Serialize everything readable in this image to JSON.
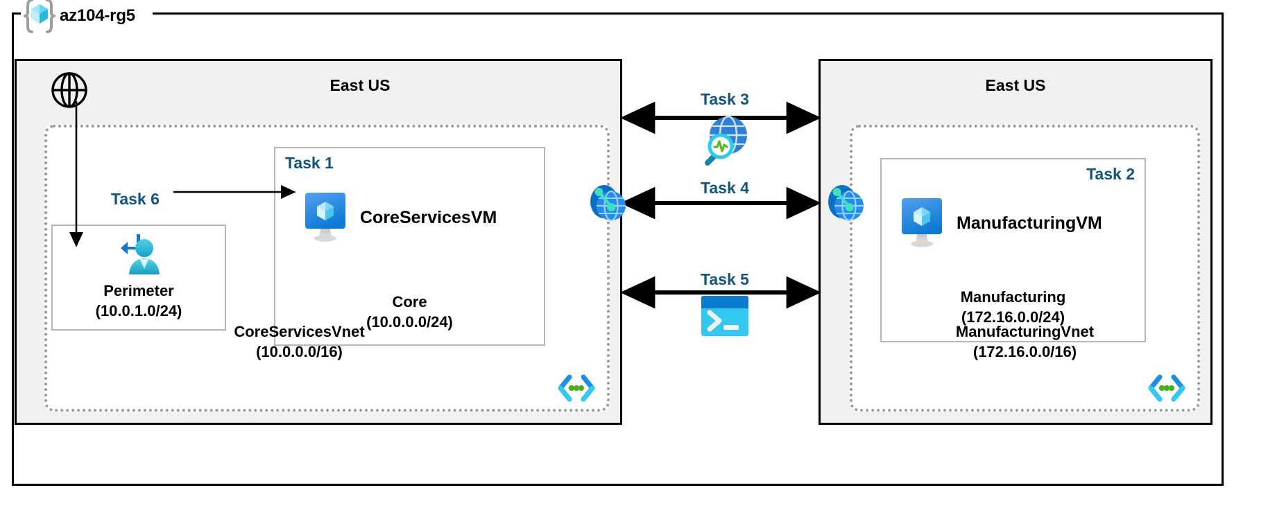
{
  "resource_group": {
    "name": "az104-rg5",
    "icon": "resource-group-cube-icon"
  },
  "regions": [
    {
      "id": "left",
      "label": "East US"
    },
    {
      "id": "right",
      "label": "East US"
    }
  ],
  "vnets": [
    {
      "id": "core",
      "name": "CoreServicesVnet",
      "cidr": "(10.0.0.0/16)",
      "region": "East US",
      "icon": "subnet-code-icon"
    },
    {
      "id": "manufacturing",
      "name": "ManufacturingVnet",
      "cidr": "(172.16.0.0/16)",
      "region": "East US",
      "icon": "subnet-code-icon"
    }
  ],
  "subnets": [
    {
      "id": "perimeter",
      "task": "Task 6",
      "name": "Perimeter",
      "cidr": "(10.0.1.0/24)",
      "icon": "bastion-user-icon",
      "vnet": "core"
    },
    {
      "id": "core",
      "task": "Task 1",
      "name": "Core",
      "cidr": "(10.0.0.0/24)",
      "vm": "CoreServicesVM",
      "vm_icon": "virtual-machine-icon",
      "vnet": "core"
    },
    {
      "id": "manufacturing",
      "task": "Task 2",
      "name": "Manufacturing",
      "cidr": "(172.16.0.0/24)",
      "vm": "ManufacturingVM",
      "vm_icon": "virtual-machine-icon",
      "vnet": "manufacturing"
    }
  ],
  "middle_tasks": [
    {
      "id": "task3",
      "label": "Task 3",
      "icon": "network-watcher-icon"
    },
    {
      "id": "task4",
      "label": "Task 4",
      "icon": "vnet-peering-icon"
    },
    {
      "id": "task5",
      "label": "Task 5",
      "icon": "cloud-shell-terminal-icon"
    }
  ],
  "icons": {
    "internet_globe": "internet-globe-icon",
    "peering_left": "vnet-peering-icon",
    "peering_right": "vnet-peering-icon"
  },
  "colors": {
    "task_label": "#12537f",
    "region_fill": "#f1f1f1",
    "vnet_border": "#9a9a9a",
    "subnet_border": "#b6b6b6",
    "azure_blue": "#0078d4",
    "cyan": "#32c8f0",
    "green_dot": "#4caf22",
    "teal": "#2fd9b8"
  }
}
